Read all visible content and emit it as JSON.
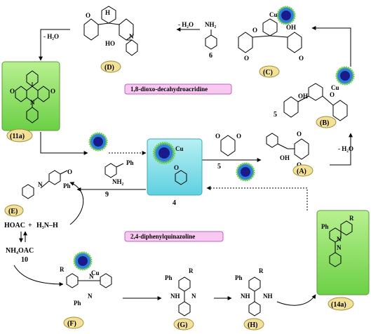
{
  "labels": {
    "A": "(A)",
    "B": "(B)",
    "C": "(C)",
    "D": "(D)",
    "E": "(E)",
    "F": "(F)",
    "G": "(G)",
    "H": "(H)",
    "p11a": "(11a)",
    "p14a": "(14a)"
  },
  "compounds": {
    "c4": "4",
    "c5a": "5",
    "c5b": "5",
    "c6": "6",
    "c9": "9",
    "c10": "10"
  },
  "banners": {
    "acridine": "1,8-dioxo-decahydroacridine",
    "quinazoline": "2,4-diphenylquinazoline"
  },
  "reagents": {
    "h2o_left": "- H₂O",
    "h2o_top": "- H₂O",
    "h2o_right": "- H₂O",
    "nh2": "NH₂",
    "hoac": "HOAC",
    "plus": "+",
    "h3n_h": "H₃N–H",
    "nh4oac": "NH₄OAC",
    "cu": "Cu",
    "o": "O",
    "oh": "OH",
    "ho": "HO",
    "n": "N",
    "nh": "NH",
    "h": "H",
    "ph": "Ph",
    "r": "R",
    "ph_ketone": "Ph"
  },
  "colors": {
    "banner_bg": "#f7c8f0",
    "banner_border": "#c060c0",
    "green_box": "#8ee06a",
    "cyan_box": "#86e0ea",
    "catalyst_core": "#1a1a8a",
    "catalyst_spikes_blue": "#2c7fd8",
    "catalyst_spikes_green": "#6fcf4a",
    "cu_color": "#b03090"
  }
}
